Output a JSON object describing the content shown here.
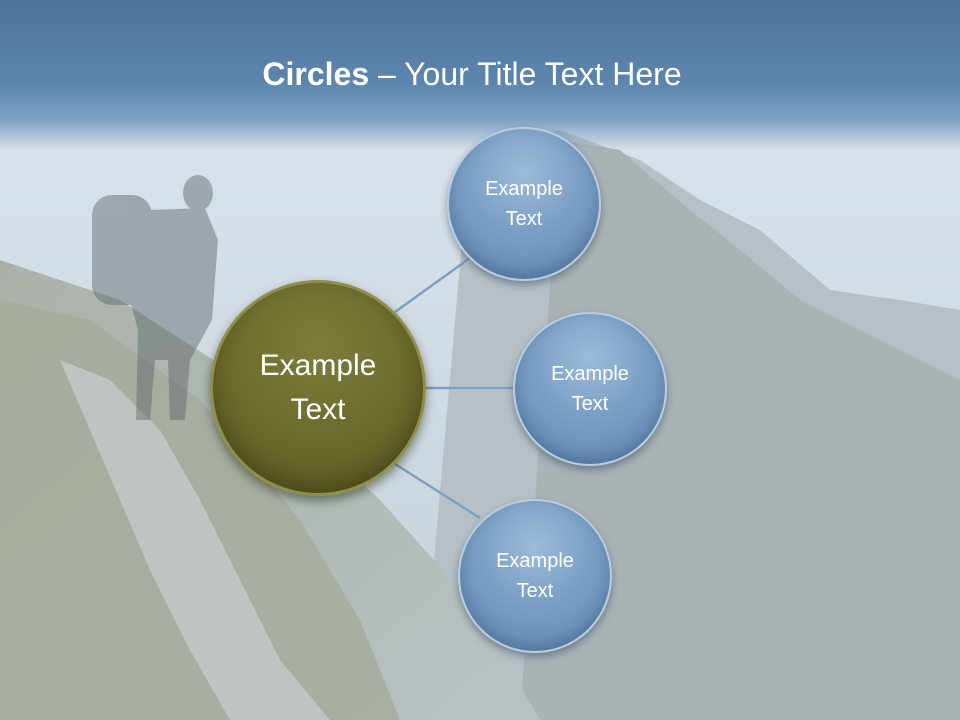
{
  "title": {
    "bold": "Circles",
    "rest": " – Your Title Text Here"
  },
  "center": {
    "line1": "Example",
    "line2": "Text"
  },
  "nodes": [
    {
      "line1": "Example",
      "line2": "Text"
    },
    {
      "line1": "Example",
      "line2": "Text"
    },
    {
      "line1": "Example",
      "line2": "Text"
    }
  ],
  "colors": {
    "center_fill": "#6c6c2e",
    "node_fill": "#7a9fc4",
    "connector": "#7f9fc0",
    "title_band": "#5c85ad"
  }
}
